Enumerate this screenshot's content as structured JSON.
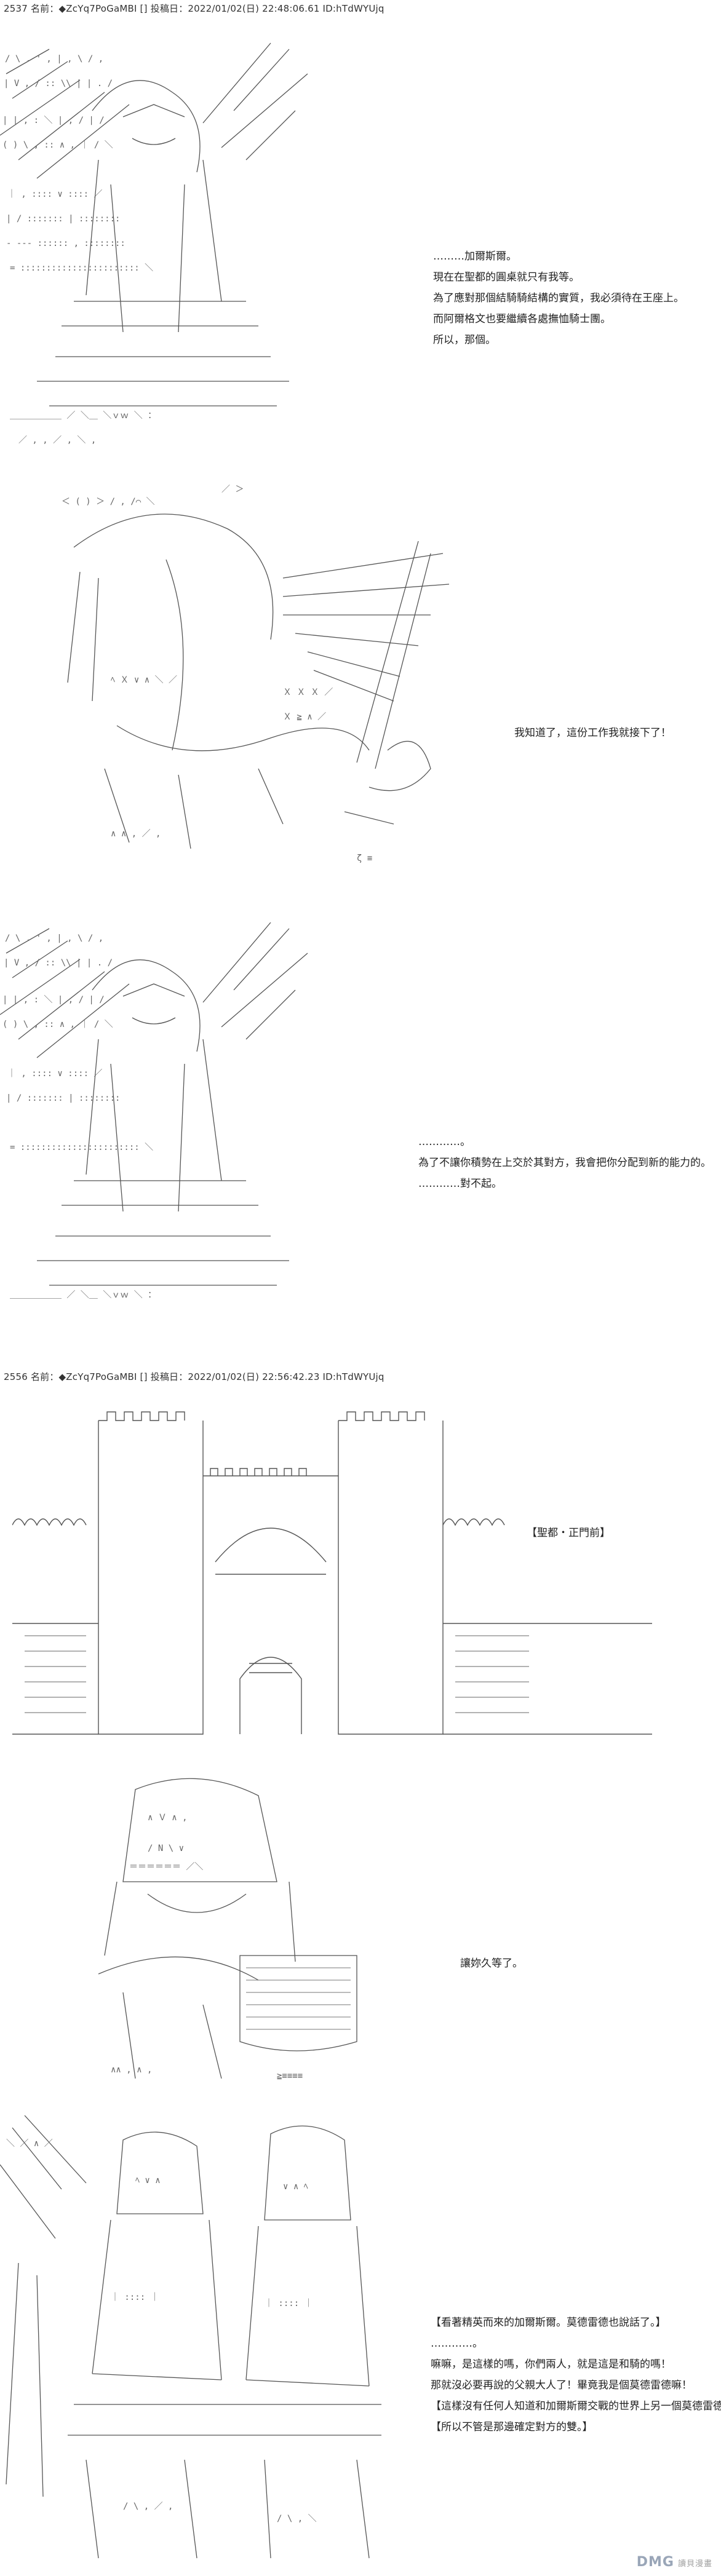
{
  "posts": [
    {
      "header": "2537 名前：◆ZcYq7PoGaMBI [] 投稿日：2022/01/02(日) 22:48:06.61 ID:hTdWYUjq"
    },
    {
      "header": "2556 名前：◆ZcYq7PoGaMBI [] 投稿日：2022/01/02(日) 22:56:42.23 ID:hTdWYUjq"
    }
  ],
  "scene1": {
    "lines": [
      "………加爾斯爾。",
      "現在在聖都的圓桌就只有我等。",
      "為了應對那個結騎騎結構的實質，我必須待在王座上。",
      "而阿爾格文也要繼續各處撫恤騎士團。",
      "所以，那個。"
    ]
  },
  "scene2": {
    "lines": [
      "我知道了，這份工作我就接下了！"
    ]
  },
  "scene3": {
    "lines": [
      "…………。",
      "為了不讓你積勢在上交於其對方，我會把你分配到新的能力的。",
      "…………對不起。"
    ]
  },
  "scene4": {
    "location": "【聖都・正門前】"
  },
  "scene5": {
    "lines": [
      "讓妳久等了。"
    ]
  },
  "scene6": {
    "lines": [
      "【看著精英而來的加爾斯爾。莫德雷德也說話了。】",
      "…………。",
      "嘛嘛，是這樣的嗎，你們兩人，就是這是和騎的嗎！",
      "那就沒必要再說的父親大人了！畢竟我是個莫德雷德嘛！",
      "【這樣沒有任何人知道和加爾斯爾交戰的世界上另一個莫德雷德】",
      "【所以不管是那邊確定對方的雙。】"
    ]
  },
  "watermark": {
    "text": "DMG",
    "sub": "讀貝漫畫"
  }
}
